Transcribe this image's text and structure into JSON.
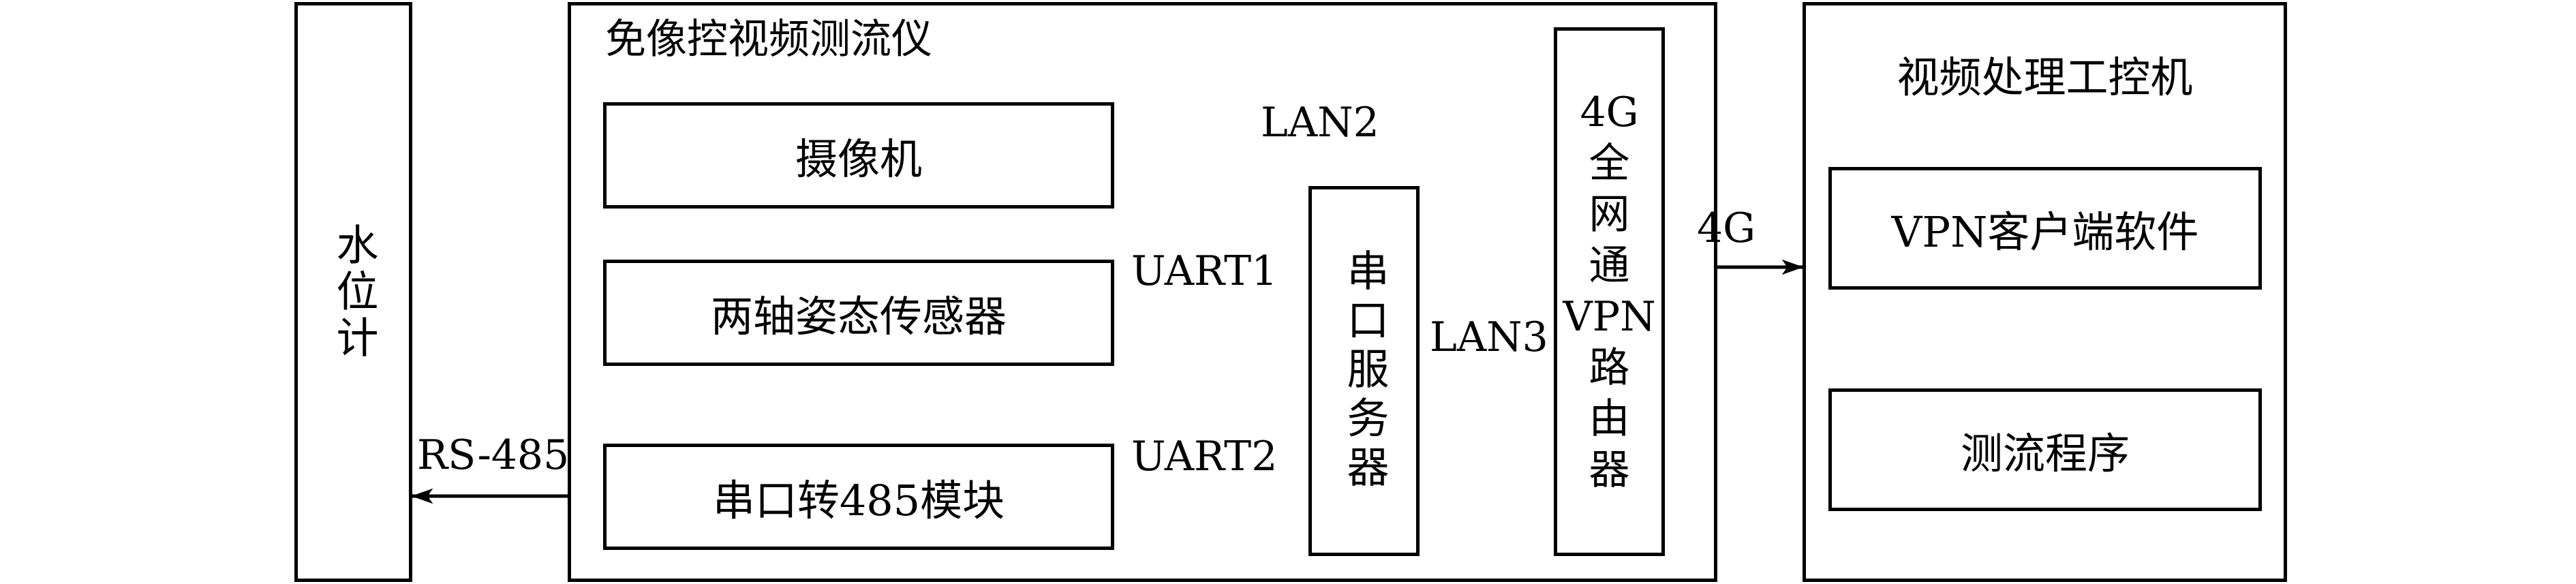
{
  "left_device": {
    "label": "水位计"
  },
  "main_device": {
    "title": "免像控视频测流仪"
  },
  "camera": {
    "label": "摄像机"
  },
  "tilt_sensor": {
    "label": "两轴姿态传感器"
  },
  "converter": {
    "label": "串口转485模块"
  },
  "serial_server": {
    "label": "串口服务器"
  },
  "router": {
    "lines": [
      "4G",
      "全",
      "网",
      "通",
      "VPN",
      "路",
      "由",
      "器"
    ]
  },
  "ipc": {
    "title": "视频处理工控机"
  },
  "vpn_client": {
    "label": "VPN客户端软件"
  },
  "flow_program": {
    "label": "测流程序"
  },
  "connections": {
    "lan2": "LAN2",
    "uart1": "UART1",
    "uart2": "UART2",
    "lan3": "LAN3",
    "rs485": "RS-485",
    "g4": "4G"
  }
}
